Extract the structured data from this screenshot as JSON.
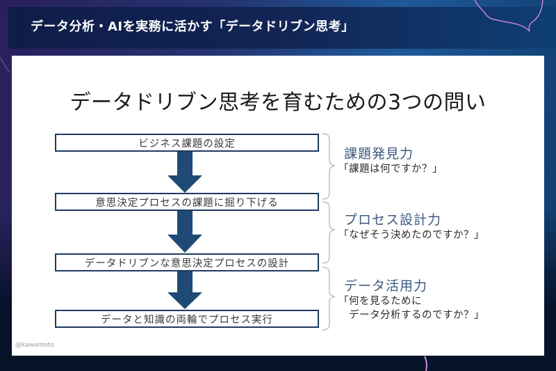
{
  "header": {
    "title": "データ分析・AIを実務に活かす「データドリブン思考」"
  },
  "slide": {
    "title": "データドリブン思考を育むための3つの問い",
    "steps": [
      {
        "label": "ビジネス課題の設定"
      },
      {
        "label": "意思決定プロセスの課題に掘り下げる"
      },
      {
        "label": "データドリブンな意思決定プロセスの設計"
      },
      {
        "label": "データと知識の両輪でプロセス実行"
      }
    ],
    "skills": [
      {
        "title": "課題発見力",
        "question": "「課題は何ですか？」"
      },
      {
        "title": "プロセス設計力",
        "question": "「なぜそう決めたのですか？」"
      },
      {
        "title": "データ活用力",
        "question": "「何を見るために\n　データ分析するのですか？」"
      }
    ],
    "credit": "@kawamoto"
  },
  "colors": {
    "arrow": "#1e4a75",
    "box_border": "#1e3a5f",
    "skill_title": "#3d5a80",
    "brace": "#b8c2d0"
  }
}
